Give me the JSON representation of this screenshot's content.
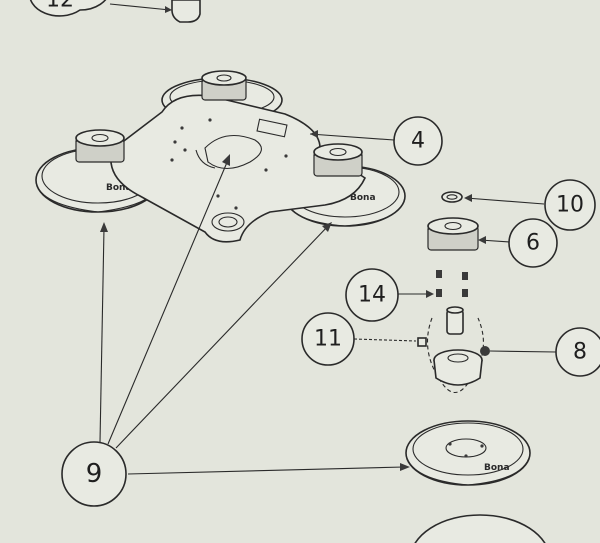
{
  "callouts": {
    "c12": "12",
    "c4": "4",
    "c10": "10",
    "c6": "6",
    "c14": "14",
    "c11": "11",
    "c8": "8",
    "c9": "9"
  },
  "brand_label": "Bona",
  "colors": {
    "paper": "#e3e5dc",
    "ink": "#2a2a2a"
  }
}
